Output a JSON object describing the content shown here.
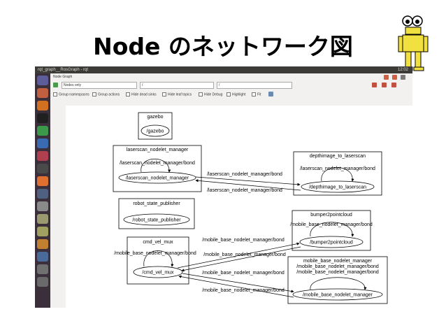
{
  "slide": {
    "title": "Node のネットワーク図"
  },
  "screenshot": {
    "top_bar_title": "rqt_graph__RosGraph - rqt",
    "top_bar_status": "12:02",
    "window_title": "Node Graph",
    "toolbar": {
      "filter_select": "Nodes only",
      "namespace_input": "/",
      "topic_input": "/",
      "options": [
        "Group namespaces",
        "Group actions",
        "Hide dead sinks",
        "Hide leaf topics",
        "Hide Debug",
        "Highlight",
        "Fit"
      ]
    },
    "graph": {
      "groups": {
        "gazebo": "gazebo",
        "laserscan_manager": "laserscan_nodelet_manager",
        "depthimage_to_laserscan": "depthimage_to_laserscan",
        "robot_state_publisher": "robot_state_publisher",
        "bumper2pointcloud": "bumper2pointcloud",
        "cmd_vel_mux": "cmd_vel_mux",
        "mobile_base_manager": "mobile_base_nodelet_manager"
      },
      "nodes": {
        "gazebo": "/gazebo",
        "laserscan_manager": "/laserscan_nodelet_manager",
        "depthimage_to_laserscan": "/depthimage_to_laserscan",
        "robot_state_publisher": "/robot_state_publisher",
        "bumper2pointcloud": "/bumper2pointcloud",
        "cmd_vel_mux": "/cmd_vel_mux",
        "mobile_base_manager": "/mobile_base_nodelet_manager"
      },
      "edge_labels": {
        "laserscan_bond_self": "/laserscan_nodelet_manager/bond",
        "laserscan_bond_1": "/laserscan_nodelet_manager/bond",
        "laserscan_bond_2": "/laserscan_nodelet_manager/bond",
        "depth_bond_self": "/laserscan_nodelet_manager/bond",
        "bumper_bond_self": "/mobile_base_nodelet_manager/bond",
        "mobile_bond_1": "/mobile_base_nodelet_manager/bond",
        "mobile_bond_2": "/mobile_base_nodelet_manager/bond",
        "mobile_bond_3": "/mobile_base_nodelet_manager/bond",
        "mobile_bond_4": "/mobile_base_nodelet_manager/bond",
        "cmd_vel_bond_self": "/mobile_base_nodelet_manager/bond",
        "mobile_self_1": "/mobile_base_nodelet_manager/bond",
        "mobile_self_2": "/mobile_base_nodelet_manager/bond"
      }
    }
  },
  "colors": {
    "top_bar": "#3c3b37",
    "launcher": "#3a2f3a",
    "window_bg": "#f2f1f0"
  }
}
